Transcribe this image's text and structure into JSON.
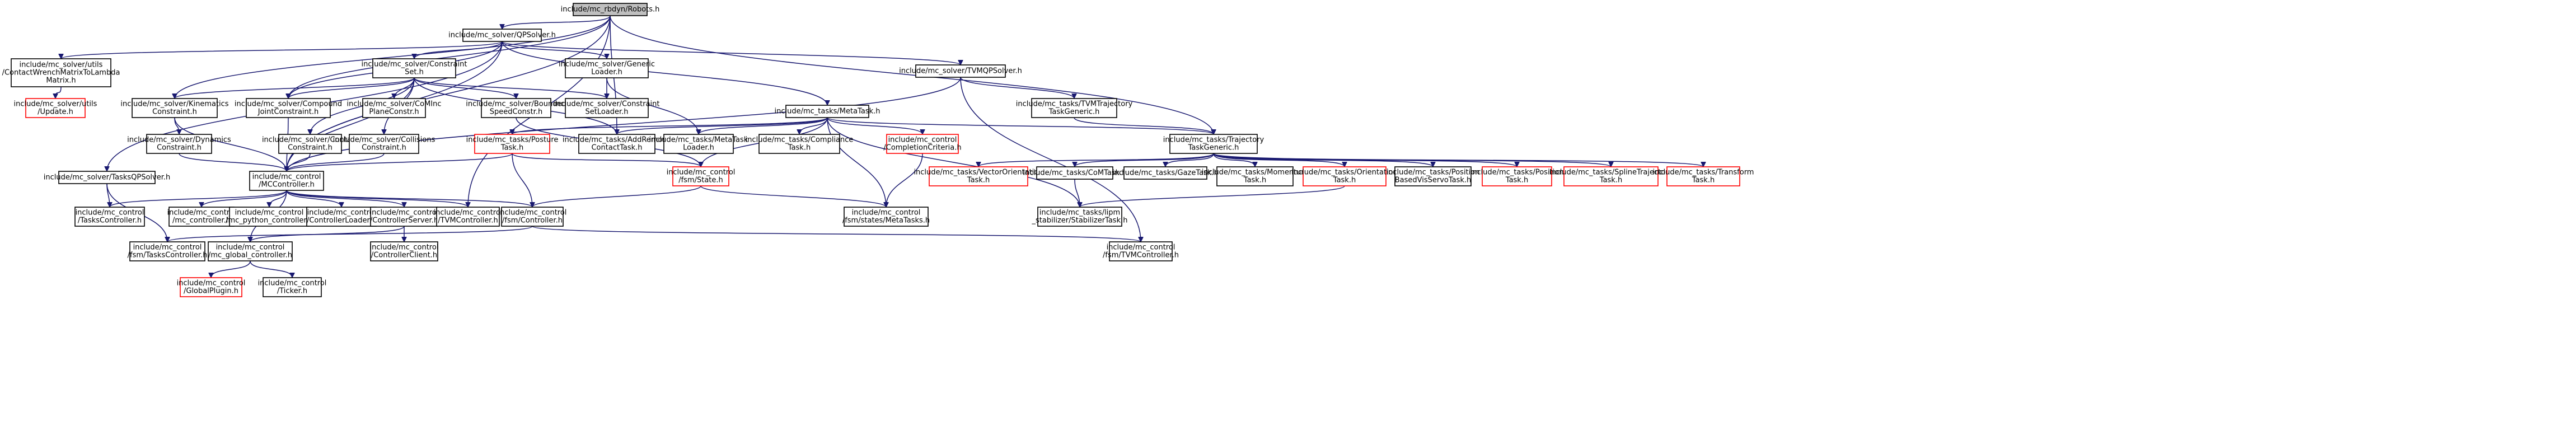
{
  "graph": {
    "nodes": [
      {
        "id": "robots",
        "lines": [
          "include/mc_rbdyn/Robots.h"
        ],
        "highlight": true
      },
      {
        "id": "qpsolver",
        "lines": [
          "include/mc_solver/QPSolver.h"
        ]
      },
      {
        "id": "cwm",
        "lines": [
          "include/mc_solver/utils",
          "/ContactWrenchMatrixToLambda",
          "Matrix.h"
        ]
      },
      {
        "id": "generic_loader",
        "lines": [
          "include/mc_solver/Generic",
          "Loader.h"
        ]
      },
      {
        "id": "constraintset",
        "lines": [
          "include/mc_solver/Constraint",
          "Set.h"
        ]
      },
      {
        "id": "tvmqpsolver",
        "lines": [
          "include/mc_solver/TVMQPSolver.h"
        ]
      },
      {
        "id": "update",
        "lines": [
          "include/mc_solver/utils",
          "/Update.h"
        ],
        "red": true
      },
      {
        "id": "kinematics",
        "lines": [
          "include/mc_solver/Kinematics",
          "Constraint.h"
        ]
      },
      {
        "id": "compound",
        "lines": [
          "include/mc_solver/Compound",
          "JointConstraint.h"
        ]
      },
      {
        "id": "comincl",
        "lines": [
          "include/mc_solver/CoMInc",
          "PlaneConstr.h"
        ]
      },
      {
        "id": "bounded",
        "lines": [
          "include/mc_solver/Bounded",
          "SpeedConstr.h"
        ]
      },
      {
        "id": "csetloader",
        "lines": [
          "include/mc_solver/Constraint",
          "SetLoader.h"
        ]
      },
      {
        "id": "metatask",
        "lines": [
          "include/mc_tasks/MetaTask.h"
        ]
      },
      {
        "id": "tvmtrajgeneric",
        "lines": [
          "include/mc_tasks/TVMTrajectory",
          "TaskGeneric.h"
        ]
      },
      {
        "id": "dynamics",
        "lines": [
          "include/mc_solver/Dynamics",
          "Constraint.h"
        ]
      },
      {
        "id": "contactc",
        "lines": [
          "include/mc_solver/Contact",
          "Constraint.h"
        ]
      },
      {
        "id": "collisions",
        "lines": [
          "include/mc_solver/Collisions",
          "Constraint.h"
        ]
      },
      {
        "id": "posture",
        "lines": [
          "include/mc_tasks/Posture",
          "Task.h"
        ],
        "red": true
      },
      {
        "id": "addremove",
        "lines": [
          "include/mc_tasks/AddRemove",
          "ContactTask.h"
        ]
      },
      {
        "id": "metatask_loader",
        "lines": [
          "include/mc_tasks/MetaTask",
          "Loader.h"
        ]
      },
      {
        "id": "compliance",
        "lines": [
          "include/mc_tasks/Compliance",
          "Task.h"
        ]
      },
      {
        "id": "completion",
        "lines": [
          "include/mc_control",
          "/CompletionCriteria.h"
        ],
        "red": true
      },
      {
        "id": "trajgeneric",
        "lines": [
          "include/mc_tasks/Trajectory",
          "TaskGeneric.h"
        ]
      },
      {
        "id": "tasksqp",
        "lines": [
          "include/mc_solver/TasksQPSolver.h"
        ]
      },
      {
        "id": "mccontroller",
        "lines": [
          "include/mc_control",
          "/MCController.h"
        ]
      },
      {
        "id": "fsmstate",
        "lines": [
          "include/mc_control",
          "/fsm/State.h"
        ],
        "red": true
      },
      {
        "id": "vecorient",
        "lines": [
          "include/mc_tasks/VectorOrientation",
          "Task.h"
        ],
        "red": true
      },
      {
        "id": "comtask",
        "lines": [
          "include/mc_tasks/CoMTask.h"
        ]
      },
      {
        "id": "gaze",
        "lines": [
          "include/mc_tasks/GazeTask.h"
        ]
      },
      {
        "id": "momentum",
        "lines": [
          "include/mc_tasks/Momentum",
          "Task.h"
        ]
      },
      {
        "id": "orientation",
        "lines": [
          "include/mc_tasks/Orientation",
          "Task.h"
        ],
        "red": true
      },
      {
        "id": "posvisservo",
        "lines": [
          "include/mc_tasks/Position",
          "BasedVisServoTask.h"
        ]
      },
      {
        "id": "position",
        "lines": [
          "include/mc_tasks/Position",
          "Task.h"
        ],
        "red": true
      },
      {
        "id": "splinetraj",
        "lines": [
          "include/mc_tasks/SplineTrajectory",
          "Task.h"
        ],
        "red": true
      },
      {
        "id": "transform",
        "lines": [
          "include/mc_tasks/Transform",
          "Task.h"
        ],
        "red": true
      },
      {
        "id": "taskscontroller",
        "lines": [
          "include/mc_control",
          "/TasksController.h"
        ]
      },
      {
        "id": "mc_controller",
        "lines": [
          "include/mc_control",
          "/mc_controller.h"
        ]
      },
      {
        "id": "mc_python",
        "lines": [
          "include/mc_control",
          "/mc_python_controller.h"
        ]
      },
      {
        "id": "ctrlloader",
        "lines": [
          "include/mc_control",
          "/ControllerLoader.h"
        ]
      },
      {
        "id": "ctrlserver",
        "lines": [
          "include/mc_control",
          "/ControllerServer.h"
        ]
      },
      {
        "id": "tvmcontroller",
        "lines": [
          "include/mc_control",
          "/TVMController.h"
        ]
      },
      {
        "id": "fsmcontroller",
        "lines": [
          "include/mc_control",
          "/fsm/Controller.h"
        ]
      },
      {
        "id": "metatasks_state",
        "lines": [
          "include/mc_control",
          "/fsm/states/MetaTasks.h"
        ]
      },
      {
        "id": "stabilizer",
        "lines": [
          "include/mc_tasks/lipm",
          "_stabilizer/StabilizerTask.h"
        ]
      },
      {
        "id": "fsm_tasksctrl",
        "lines": [
          "include/mc_control",
          "/fsm/TasksController.h"
        ]
      },
      {
        "id": "mc_global",
        "lines": [
          "include/mc_control",
          "/mc_global_controller.h"
        ]
      },
      {
        "id": "ctrlclient",
        "lines": [
          "include/mc_control",
          "/ControllerClient.h"
        ]
      },
      {
        "id": "fsm_tvmctrl",
        "lines": [
          "include/mc_control",
          "/fsm/TVMController.h"
        ]
      },
      {
        "id": "globalplugin",
        "lines": [
          "include/mc_control",
          "/GlobalPlugin.h"
        ],
        "red": true
      },
      {
        "id": "ticker",
        "lines": [
          "include/mc_control",
          "/Ticker.h"
        ]
      }
    ],
    "edges": [
      [
        "robots",
        "qpsolver"
      ],
      [
        "robots",
        "compound"
      ],
      [
        "robots",
        "kinematics"
      ],
      [
        "robots",
        "mccontroller"
      ],
      [
        "robots",
        "tvmcontroller"
      ],
      [
        "robots",
        "trajgeneric"
      ],
      [
        "robots",
        "addremove"
      ],
      [
        "qpsolver",
        "cwm"
      ],
      [
        "qpsolver",
        "generic_loader"
      ],
      [
        "qpsolver",
        "constraintset"
      ],
      [
        "qpsolver",
        "tvmqpsolver"
      ],
      [
        "qpsolver",
        "compound"
      ],
      [
        "qpsolver",
        "metatask"
      ],
      [
        "qpsolver",
        "tasksqp"
      ],
      [
        "qpsolver",
        "mccontroller"
      ],
      [
        "cwm",
        "update"
      ],
      [
        "generic_loader",
        "csetloader"
      ],
      [
        "generic_loader",
        "metatask_loader"
      ],
      [
        "constraintset",
        "kinematics"
      ],
      [
        "constraintset",
        "compound"
      ],
      [
        "constraintset",
        "comincl"
      ],
      [
        "constraintset",
        "bounded"
      ],
      [
        "constraintset",
        "csetloader"
      ],
      [
        "constraintset",
        "contactc"
      ],
      [
        "constraintset",
        "collisions"
      ],
      [
        "constraintset",
        "addremove"
      ],
      [
        "constraintset",
        "mccontroller"
      ],
      [
        "tvmqpsolver",
        "tvmtrajgeneric"
      ],
      [
        "tvmqpsolver",
        "mccontroller"
      ],
      [
        "tvmqpsolver",
        "fsm_tvmctrl"
      ],
      [
        "kinematics",
        "dynamics"
      ],
      [
        "kinematics",
        "mccontroller"
      ],
      [
        "compound",
        "mccontroller"
      ],
      [
        "bounded",
        "fsmstate"
      ],
      [
        "metatask",
        "posture"
      ],
      [
        "metatask",
        "addremove"
      ],
      [
        "metatask",
        "metatask_loader"
      ],
      [
        "metatask",
        "compliance"
      ],
      [
        "metatask",
        "completion"
      ],
      [
        "metatask",
        "trajgeneric"
      ],
      [
        "metatask",
        "fsmstate"
      ],
      [
        "metatask",
        "metatasks_state"
      ],
      [
        "metatask",
        "stabilizer"
      ],
      [
        "tvmtrajgeneric",
        "trajgeneric"
      ],
      [
        "dynamics",
        "mccontroller"
      ],
      [
        "contactc",
        "mccontroller"
      ],
      [
        "collisions",
        "mccontroller"
      ],
      [
        "posture",
        "mccontroller"
      ],
      [
        "posture",
        "fsmstate"
      ],
      [
        "posture",
        "fsmcontroller"
      ],
      [
        "completion",
        "metatasks_state"
      ],
      [
        "trajgeneric",
        "vecorient"
      ],
      [
        "trajgeneric",
        "comtask"
      ],
      [
        "trajgeneric",
        "gaze"
      ],
      [
        "trajgeneric",
        "momentum"
      ],
      [
        "trajgeneric",
        "orientation"
      ],
      [
        "trajgeneric",
        "posvisservo"
      ],
      [
        "trajgeneric",
        "position"
      ],
      [
        "trajgeneric",
        "splinetraj"
      ],
      [
        "trajgeneric",
        "transform"
      ],
      [
        "comtask",
        "stabilizer"
      ],
      [
        "orientation",
        "stabilizer"
      ],
      [
        "tasksqp",
        "taskscontroller"
      ],
      [
        "tasksqp",
        "fsm_tasksctrl"
      ],
      [
        "mccontroller",
        "taskscontroller"
      ],
      [
        "mccontroller",
        "mc_controller"
      ],
      [
        "mccontroller",
        "mc_python"
      ],
      [
        "mccontroller",
        "ctrlloader"
      ],
      [
        "mccontroller",
        "ctrlserver"
      ],
      [
        "mccontroller",
        "tvmcontroller"
      ],
      [
        "mccontroller",
        "fsmcontroller"
      ],
      [
        "mccontroller",
        "mc_global"
      ],
      [
        "fsmstate",
        "fsmcontroller"
      ],
      [
        "fsmstate",
        "metatasks_state"
      ],
      [
        "ctrlserver",
        "mc_global"
      ],
      [
        "ctrlserver",
        "ctrlclient"
      ],
      [
        "fsmcontroller",
        "fsm_tasksctrl"
      ],
      [
        "fsmcontroller",
        "fsm_tvmctrl"
      ],
      [
        "mc_global",
        "globalplugin"
      ],
      [
        "mc_global",
        "ticker"
      ]
    ]
  }
}
